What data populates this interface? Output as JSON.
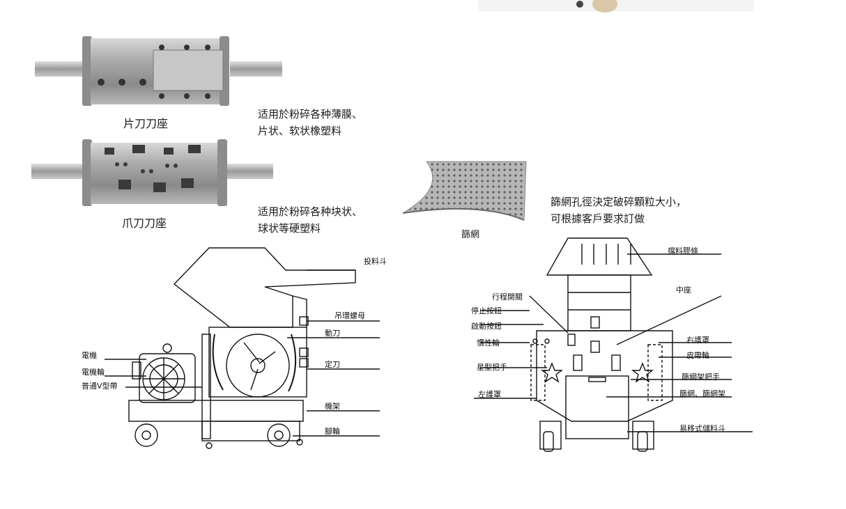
{
  "top": {
    "blade_holder_caption": "片刀刀座",
    "blade_holder_desc_line1": "适用於粉碎各种薄膜、",
    "blade_holder_desc_line2": "片状、软状橡塑料",
    "claw_holder_caption": "爪刀刀座",
    "claw_holder_desc_line1": "适用於粉碎各种块状、",
    "claw_holder_desc_line2": "球状等硬塑料",
    "screen_caption": "篩網",
    "screen_desc_line1": "篩網孔徑決定破碎顆粒大小，",
    "screen_desc_line2": "可根據客戶要求訂做"
  },
  "side_view": {
    "labels": {
      "hopper": "投料斗",
      "lifting_nut": "吊環螺母",
      "moving_blade": "動刀",
      "fixed_blade": "定刀",
      "motor": "電機",
      "motor_pulley": "電機輪",
      "v_belt": "普通V型帶",
      "frame": "機架",
      "caster": "腳輪"
    }
  },
  "front_view": {
    "labels": {
      "baffle_strip": "擋料膠條",
      "middle_seat": "中座",
      "travel_switch": "行程開關",
      "stop_button": "停止按鈕",
      "start_button": "啟動按鈕",
      "flywheel": "慣性輪",
      "star_handle": "星型把手",
      "left_guard": "左護罩",
      "right_guard": "右護罩",
      "belt_pulley": "皮帶輪",
      "screen_frame_handle": "篩網架把手",
      "screen_and_frame": "篩網、篩網架",
      "movable_bin": "易移式儲料斗"
    }
  }
}
